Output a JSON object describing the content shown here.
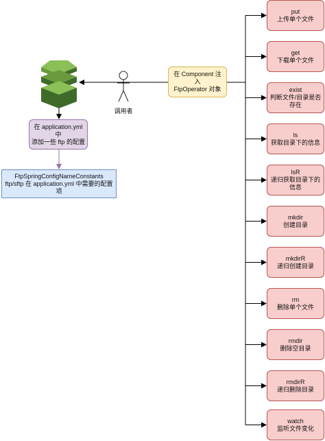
{
  "caller": {
    "label": "调用者"
  },
  "component": {
    "text": "在 Component 注入\nFtpOperator 对象"
  },
  "config": {
    "text": "在 application.yml 中\n添加一些 ftp 的配置"
  },
  "constants": {
    "text": "FtpSpringConfigNameConstants\nftp/sftp 在 application.yml 中需要的配置项"
  },
  "operations": [
    {
      "name": "put",
      "desc": "上传单个文件"
    },
    {
      "name": "get",
      "desc": "下载单个文件"
    },
    {
      "name": "exist",
      "desc": "判断文件/目录是否存在"
    },
    {
      "name": "ls",
      "desc": "获取目录下的信息"
    },
    {
      "name": "lsR",
      "desc": "递归获取目录下的信息"
    },
    {
      "name": "mkdir",
      "desc": "创建目录"
    },
    {
      "name": "mkdirR",
      "desc": "递归创建目录"
    },
    {
      "name": "rm",
      "desc": "删除单个文件"
    },
    {
      "name": "rmdir",
      "desc": "删除空目录"
    },
    {
      "name": "rmdirR",
      "desc": "递归删除目录"
    },
    {
      "name": "watch",
      "desc": "监听文件变化"
    }
  ],
  "colors": {
    "operation_fill": "#f8cecc",
    "operation_stroke": "#b85450",
    "component_fill": "#fff2cc",
    "component_stroke": "#d6b656",
    "config_fill": "#e1d5e7",
    "config_stroke": "#9673a6",
    "constants_fill": "#dae8fc",
    "constants_stroke": "#6c8ebf",
    "server_dark": "#3f6b2a",
    "server_mid": "#6a9a3c",
    "server_light": "#8bbf58"
  }
}
